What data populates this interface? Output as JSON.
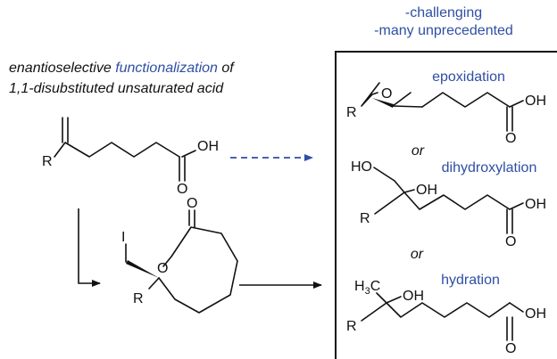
{
  "header": {
    "line1": "-challenging",
    "line2": "-many unprecedented"
  },
  "title": {
    "prefix": "enantioselective ",
    "highlight": "functionalization",
    "suffix": " of",
    "line2": "1,1-disubstituted unsaturated acid"
  },
  "starting_material": {
    "r_group": "R",
    "acid_oh": "OH",
    "acid_o": "O"
  },
  "lactone": {
    "iodo": "I",
    "ring_o": "O",
    "carbonyl_o": "O",
    "r_group": "R"
  },
  "products": {
    "epoxidation": {
      "label": "epoxidation",
      "epoxide_o": "O",
      "r_group": "R",
      "acid_oh": "OH",
      "acid_o": "O"
    },
    "or_1": "or",
    "dihydroxylation": {
      "label": "dihydroxylation",
      "ho": "HO",
      "oh": "OH",
      "r_group": "R",
      "acid_oh": "OH",
      "acid_o": "O"
    },
    "or_2": "or",
    "hydration": {
      "label": "hydration",
      "ch3": "H3C",
      "oh": "OH",
      "r_group": "R",
      "acid_oh": "OH",
      "acid_o": "O"
    }
  },
  "colors": {
    "accent": "#2e4fa3",
    "ink": "#111111"
  }
}
